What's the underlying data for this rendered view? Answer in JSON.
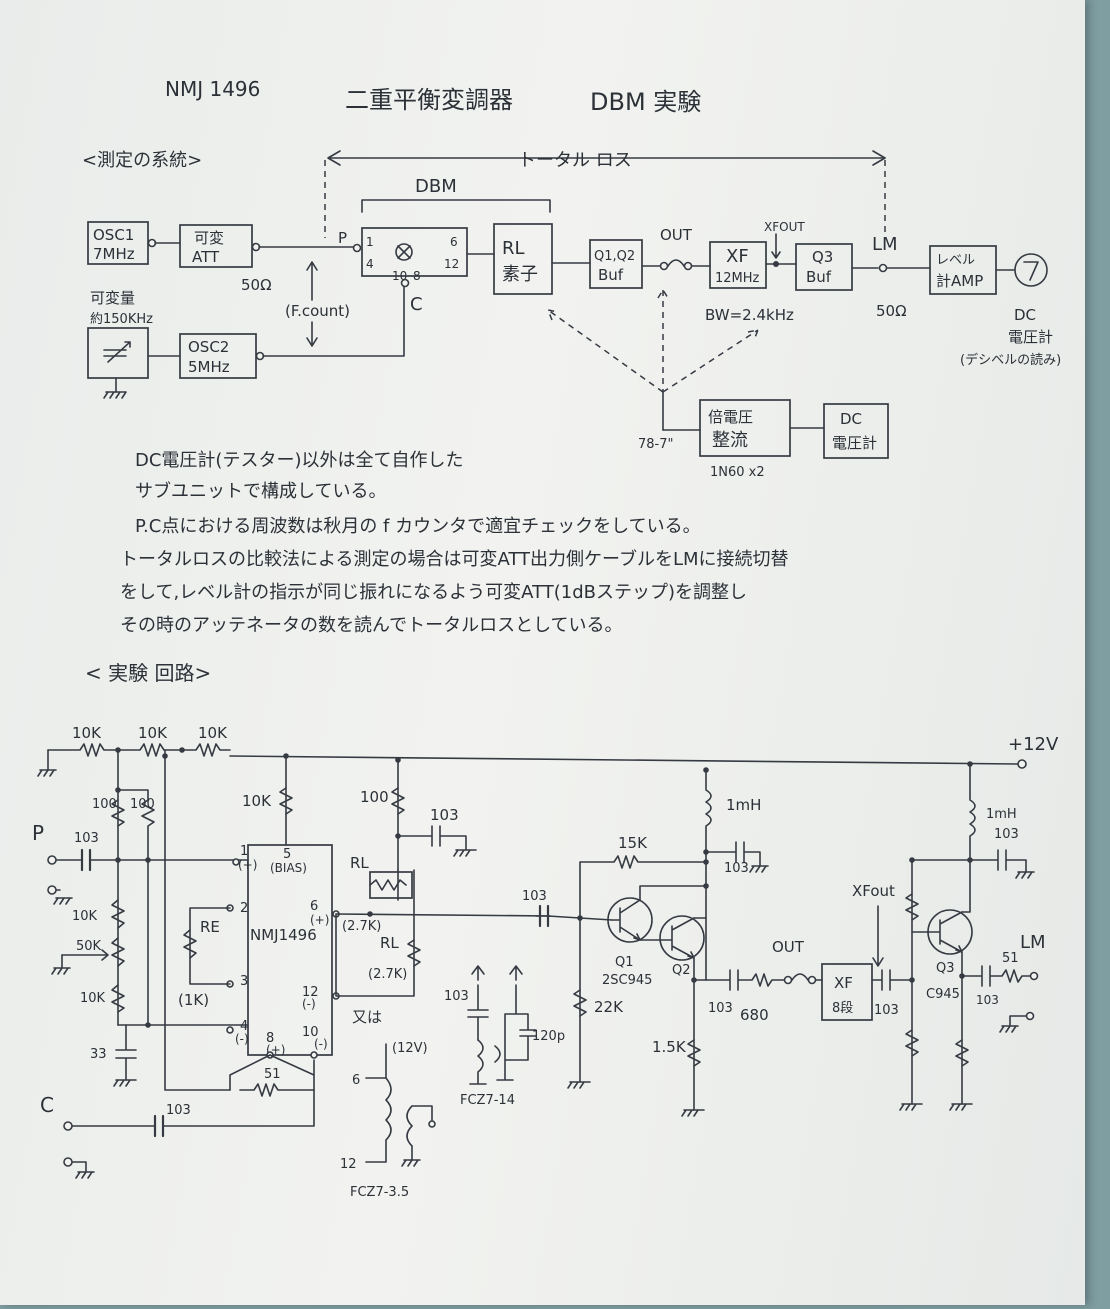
{
  "header": {
    "title_left": "NMJ 1496",
    "title_jp": "二重平衡変調器",
    "title_right": "DBM 実験",
    "section_system": "<測定の系統>",
    "section_circuit": "< 実験 回路>",
    "total_loss": "トータル ロス"
  },
  "block": {
    "osc1": [
      "OSC1",
      "7MHz"
    ],
    "att": [
      "可変",
      "ATT"
    ],
    "osc2": [
      "OSC2",
      "5MHz"
    ],
    "var_cap": [
      "可変量",
      "約150KHz"
    ],
    "dbm": "DBM",
    "pin_p": "P",
    "pin_c": "C",
    "pins": [
      "1",
      "4",
      "6",
      "12",
      "10",
      "8"
    ],
    "imp_50_left": "50Ω",
    "fcount": "(F.count)",
    "rl": [
      "RL",
      "素子"
    ],
    "q1q2": [
      "Q1,Q2",
      "Buf"
    ],
    "out": "OUT",
    "xf": [
      "XF",
      "12MHz"
    ],
    "xfout": "XFOUT",
    "q3": [
      "Q3",
      "Buf"
    ],
    "bw": "BW=2.4kHz",
    "lm": "LM",
    "imp_50_right": "50Ω",
    "level_amp": [
      "レベル",
      "計AMP"
    ],
    "dc_meter": [
      "DC",
      "電圧計",
      "(デシベルの読み)"
    ],
    "rect": [
      "倍電圧",
      "整流"
    ],
    "rect_in": "78-7\"",
    "diode": "1N60 x2",
    "dc_box": [
      "DC",
      "電圧計"
    ]
  },
  "notes": [
    "DC電圧計(テスター)以外は全て自作した",
    "サブユニットで構成している。",
    "P.C点における周波数は秋月の f カウンタで適宜チェックをしている。",
    "トータルロスの比較法による測定の場合は可変ATT出力側ケーブルをLMに接続切替",
    "をして,レベル計の指示が同じ振れになるよう可変ATT(1dBステップ)を調整し",
    "その時のアッテネータの数を読んでトータルロスとしている。"
  ],
  "circuit": {
    "supply": "+12V",
    "r_top": [
      "10K",
      "10K",
      "10K"
    ],
    "r100": [
      "100",
      "100"
    ],
    "c_in": "103",
    "label_p": "P",
    "label_c": "C",
    "pot_10k": "10K",
    "pot_50k": "50K",
    "pot_10k_b": "10K",
    "c33": "33",
    "r_bias": "10K",
    "ic_pins": [
      "1",
      "(+)",
      "5",
      "(BIAS)",
      "2",
      "3",
      "4",
      "(-)",
      "6",
      "(+)",
      "12",
      "(-)",
      "8",
      "(+)",
      "10",
      "(-)"
    ],
    "re": "RE",
    "re_val": "(1K)",
    "ic": "NMJ1496",
    "r51": "51",
    "c_c": "103",
    "r_rl_100": "100",
    "c_rl": "103",
    "rl1": [
      "RL",
      "(2.7K)"
    ],
    "rl2": [
      "RL",
      "(2.7K)"
    ],
    "or_text": "又は",
    "coil_12v": "(12V)",
    "coil_pins": [
      "6",
      "12"
    ],
    "fcz_a": "FCZ7-3.5",
    "c103_tank": "103",
    "c120p": "120p",
    "fcz_b": "FCZ7-14",
    "c_couple": "103",
    "r22k": "22K",
    "r15k": "15K",
    "q1": "Q1",
    "q2": "Q2",
    "q_type": "2SC945",
    "l1": "1mH",
    "c_dec1": "103",
    "c_out": "103",
    "r680": "680",
    "r1k5": "1.5K",
    "out": "OUT",
    "xf": [
      "XF",
      "8段"
    ],
    "xfout": "XFout",
    "c_xf": "103",
    "q3": "Q3",
    "q3_type": "C945",
    "l2": "1mH",
    "c_dec2": "103",
    "c_lm": "103",
    "r51_lm": "51",
    "lm": "LM"
  }
}
